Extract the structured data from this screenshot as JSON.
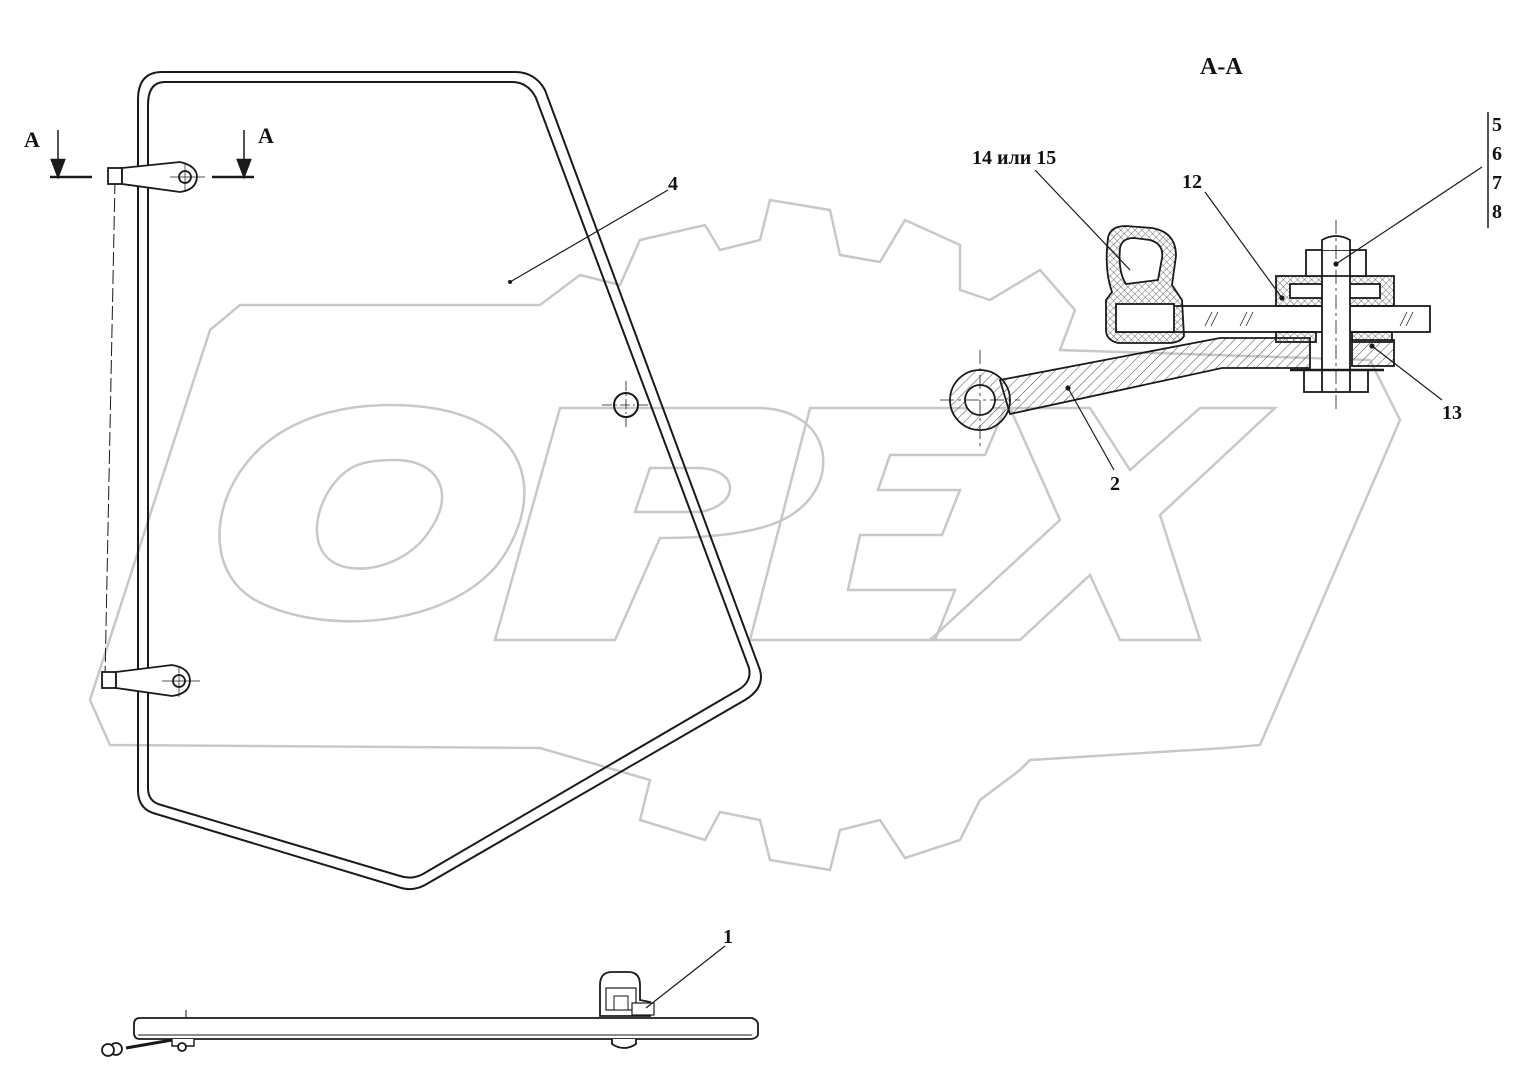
{
  "watermark": {
    "text": "OPEX",
    "color": "#c8c8c8"
  },
  "section_title": "А-А",
  "section_marks": {
    "left": "А",
    "right": "А"
  },
  "callouts": {
    "c1": "1",
    "c2": "2",
    "c4": "4",
    "c12": "12",
    "c13": "13",
    "c14": "14 или 15",
    "stack": [
      "5",
      "6",
      "7",
      "8"
    ]
  },
  "colors": {
    "line": "#1a1a1a",
    "hatch": "#333333",
    "watermark": "#c8c8c8"
  }
}
